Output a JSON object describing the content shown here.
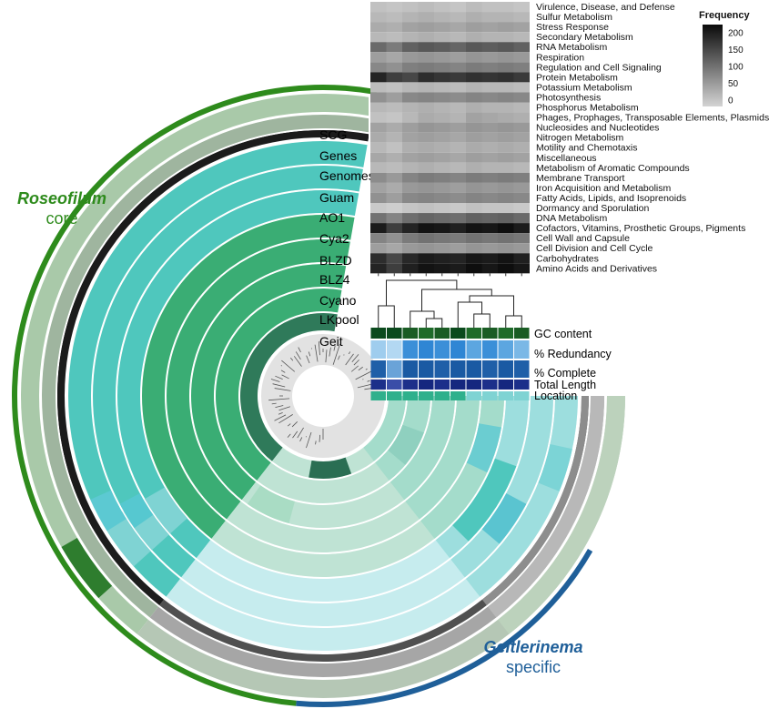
{
  "rings": [
    {
      "label": "SCG",
      "style": "light-green"
    },
    {
      "label": "Genes",
      "style": "gray"
    },
    {
      "label": "Genomes",
      "style": "black"
    },
    {
      "label": "Guam",
      "style": "teal"
    },
    {
      "label": "AO1",
      "style": "teal"
    },
    {
      "label": "Cya2",
      "style": "teal"
    },
    {
      "label": "BLZD",
      "style": "green"
    },
    {
      "label": "BLZ4",
      "style": "green"
    },
    {
      "label": "Cyano",
      "style": "green"
    },
    {
      "label": "LKpool",
      "style": "green"
    },
    {
      "label": "Geit",
      "style": "dark-green"
    }
  ],
  "heatmap": {
    "legend_title": "Frequency",
    "legend_ticks": [
      "200",
      "150",
      "100",
      "50",
      "0"
    ],
    "columns": 10,
    "categories": [
      "Virulence, Disease, and Defense",
      "Sulfur Metabolism",
      "Stress Response",
      "Secondary Metabolism",
      "RNA Metabolism",
      "Respiration",
      "Regulation and Cell Signaling",
      "Protein Metabolism",
      "Potassium Metabolism",
      "Photosynthesis",
      "Phosphorus Metabolism",
      "Phages, Prophages, Transposable Elements, Plasmids",
      "Nucleosides and Nucleotides",
      "Nitrogen Metabolism",
      "Motility and Chemotaxis",
      "Miscellaneous",
      "Metabolism of Aromatic Compounds",
      "Membrane Transport",
      "Iron Acquisition and Metabolism",
      "Fatty Acids, Lipids, and Isoprenoids",
      "Dormancy and Sporulation",
      "DNA Metabolism",
      "Cofactors, Vitamins, Prosthetic Groups, Pigments",
      "Cell Wall and Capsule",
      "Cell Division and Cell Cycle",
      "Carbohydrates",
      "Amino Acids and Derivatives"
    ],
    "frequency_levels": [
      [
        20,
        15,
        20,
        25,
        20,
        15,
        25,
        20,
        20,
        15
      ],
      [
        30,
        25,
        35,
        40,
        35,
        30,
        40,
        35,
        35,
        30
      ],
      [
        45,
        40,
        55,
        60,
        55,
        50,
        60,
        55,
        60,
        55
      ],
      [
        30,
        25,
        35,
        40,
        35,
        30,
        40,
        35,
        35,
        30
      ],
      [
        120,
        100,
        130,
        140,
        135,
        125,
        140,
        135,
        140,
        130
      ],
      [
        60,
        50,
        65,
        70,
        65,
        60,
        70,
        65,
        70,
        65
      ],
      [
        85,
        75,
        95,
        100,
        95,
        90,
        100,
        95,
        100,
        95
      ],
      [
        200,
        170,
        160,
        190,
        180,
        175,
        185,
        180,
        185,
        175
      ],
      [
        25,
        20,
        30,
        35,
        30,
        25,
        35,
        30,
        30,
        25
      ],
      [
        75,
        60,
        85,
        90,
        85,
        80,
        90,
        85,
        90,
        85
      ],
      [
        30,
        25,
        35,
        40,
        35,
        30,
        40,
        35,
        35,
        30
      ],
      [
        20,
        15,
        30,
        45,
        40,
        35,
        55,
        50,
        45,
        40
      ],
      [
        55,
        45,
        60,
        70,
        65,
        60,
        70,
        65,
        70,
        65
      ],
      [
        45,
        35,
        55,
        60,
        55,
        50,
        60,
        55,
        60,
        55
      ],
      [
        30,
        20,
        40,
        45,
        40,
        35,
        45,
        40,
        45,
        40
      ],
      [
        50,
        40,
        55,
        60,
        55,
        50,
        60,
        55,
        60,
        55
      ],
      [
        30,
        25,
        35,
        40,
        35,
        30,
        40,
        35,
        35,
        30
      ],
      [
        80,
        65,
        90,
        100,
        95,
        90,
        100,
        95,
        100,
        95
      ],
      [
        55,
        45,
        65,
        70,
        65,
        60,
        70,
        65,
        70,
        65
      ],
      [
        75,
        60,
        85,
        90,
        85,
        80,
        90,
        85,
        90,
        85
      ],
      [
        10,
        5,
        15,
        20,
        15,
        10,
        20,
        15,
        15,
        10
      ],
      [
        110,
        90,
        115,
        125,
        120,
        115,
        130,
        125,
        130,
        120
      ],
      [
        210,
        170,
        200,
        220,
        215,
        205,
        220,
        215,
        225,
        210
      ],
      [
        90,
        75,
        100,
        110,
        105,
        100,
        110,
        105,
        110,
        105
      ],
      [
        60,
        50,
        65,
        70,
        65,
        60,
        70,
        65,
        70,
        65
      ],
      [
        190,
        160,
        195,
        210,
        205,
        200,
        215,
        210,
        220,
        205
      ],
      [
        200,
        170,
        205,
        220,
        215,
        210,
        225,
        215,
        225,
        215
      ]
    ]
  },
  "metadata": {
    "rows": [
      "GC content",
      "% Redundancy",
      "% Complete",
      "Total Length",
      "Location"
    ],
    "colors": {
      "gc": [
        "#0b4a1d",
        "#0b4a1d",
        "#1a5c24",
        "#1f6b2a",
        "#1a5c24",
        "#0b4a1d",
        "#1f6b2a",
        "#1a5c24",
        "#1f6b2a",
        "#1a5c24"
      ],
      "redundancy": [
        "#9fcdee",
        "#b3d8f2",
        "#3b8fd8",
        "#2f86d4",
        "#3b8fd8",
        "#2f86d4",
        "#5ca6e0",
        "#3b8fd8",
        "#5ca6e0",
        "#7ab8e6"
      ],
      "complete": [
        "#1f5fa8",
        "#6aa3d8",
        "#1a5aa3",
        "#1a5aa3",
        "#1f5fa8",
        "#1a5aa3",
        "#1a5aa3",
        "#1f5fa8",
        "#1a5aa3",
        "#1f5fa8"
      ],
      "length": [
        "#1c2f8a",
        "#3a4ea8",
        "#1c2f8a",
        "#15277f",
        "#1c2f8a",
        "#15277f",
        "#15277f",
        "#1c2f8a",
        "#15277f",
        "#1c2f8a"
      ],
      "location": [
        "#2fb08c",
        "#2fb08c",
        "#2fb08c",
        "#2fb08c",
        "#2fb08c",
        "#2fb08c",
        "#7fd3d3",
        "#7fd3d3",
        "#7fd3d3",
        "#7fd3d3"
      ]
    }
  },
  "annotations": {
    "core_italic": "Roseofilum",
    "core_plain": "core",
    "specific_italic": "Geitlerinema",
    "specific_plain": "specific"
  },
  "colors": {
    "core": "#2e8b1c",
    "specific": "#1f5f99"
  }
}
